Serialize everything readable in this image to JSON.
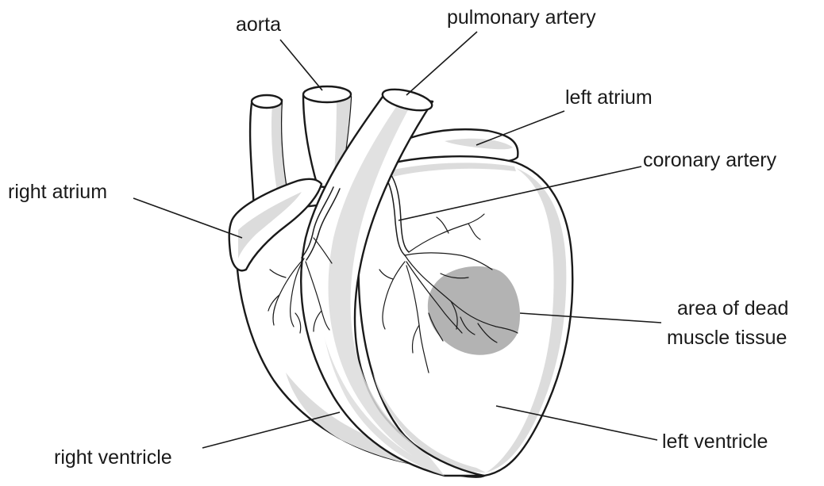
{
  "labels": {
    "aorta": "aorta",
    "pulmonary_artery": "pulmonary artery",
    "left_atrium": "left atrium",
    "coronary_artery": "coronary artery",
    "right_atrium": "right atrium",
    "dead_tissue_line1": "area of dead",
    "dead_tissue_line2": "muscle tissue",
    "right_ventricle": "right ventricle",
    "left_ventricle": "left ventricle"
  },
  "colors": {
    "outline": "#1a1a1a",
    "heart_fill": "#ffffff",
    "shading": "#dcdcdc",
    "dead_tissue": "#b3b3b3",
    "background": "#ffffff"
  }
}
